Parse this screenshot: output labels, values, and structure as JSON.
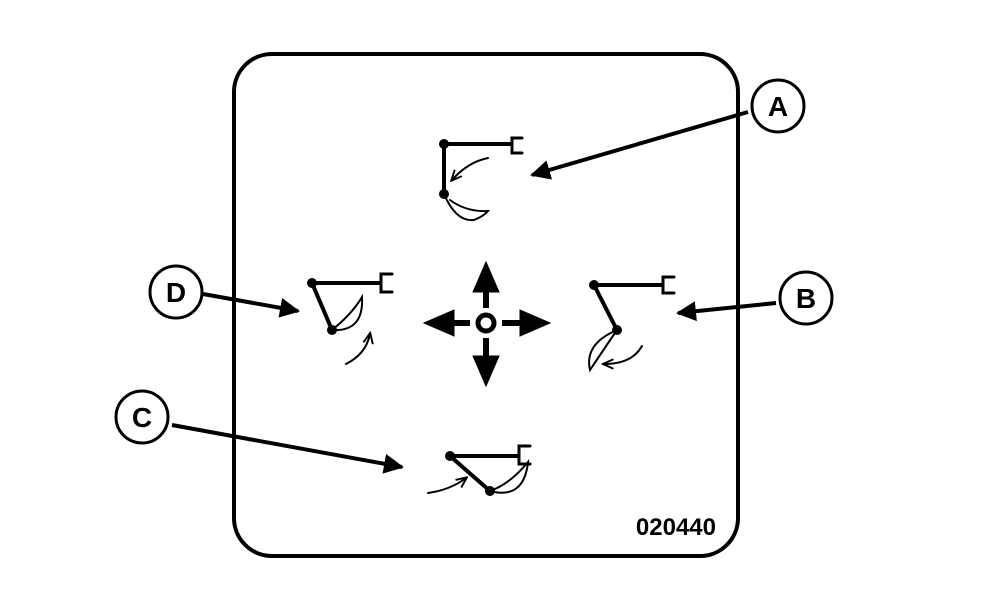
{
  "diagram": {
    "figure_number": "020440",
    "callouts": {
      "a": "A",
      "b": "B",
      "c": "C",
      "d": "D"
    },
    "icons": {
      "joystick": "four-way-arrow-icon",
      "a": "boom-raise-symbol-icon",
      "b": "boom-lower-symbol-icon",
      "c": "bucket-curl-symbol-icon",
      "d": "bucket-dump-symbol-icon"
    },
    "colors": {
      "ink": "#000000",
      "background": "#ffffff"
    }
  }
}
